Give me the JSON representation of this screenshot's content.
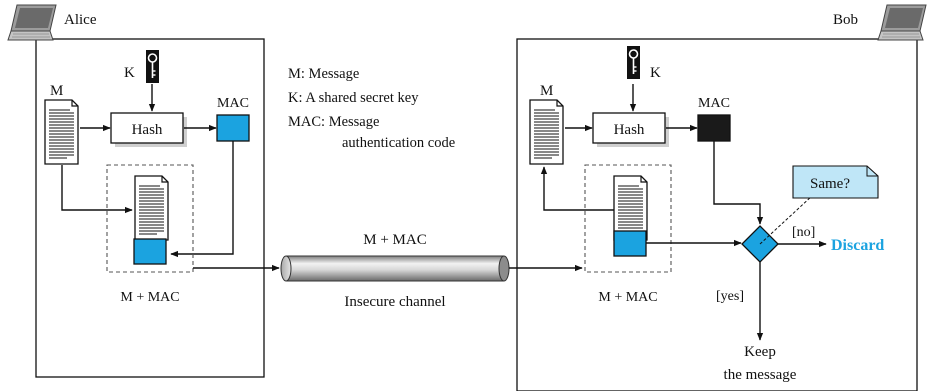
{
  "parties": {
    "sender": "Alice",
    "receiver": "Bob"
  },
  "labels": {
    "key": "K",
    "message": "M",
    "hash": "Hash",
    "mac": "MAC",
    "bundle": "M + MAC",
    "channel": "Insecure channel",
    "decision": "Same?",
    "no": "[no]",
    "yes": "[yes]",
    "discard": "Discard",
    "keep_line1": "Keep",
    "keep_line2": "the message"
  },
  "legend": [
    {
      "text": "M: Message"
    },
    {
      "text": "K: A shared secret key"
    },
    {
      "text": "MAC: Message"
    },
    {
      "text": "authentication code"
    }
  ],
  "colors": {
    "mac_alice": "#1ba3e0",
    "mac_bob": "#1a1a1a",
    "decision": "#1ba3e0",
    "discard_text": "#1ba3e0",
    "callout": "#bfe6f7"
  },
  "icons": {
    "computer": "laptop-icon",
    "key": "key-icon",
    "document": "document-icon"
  }
}
